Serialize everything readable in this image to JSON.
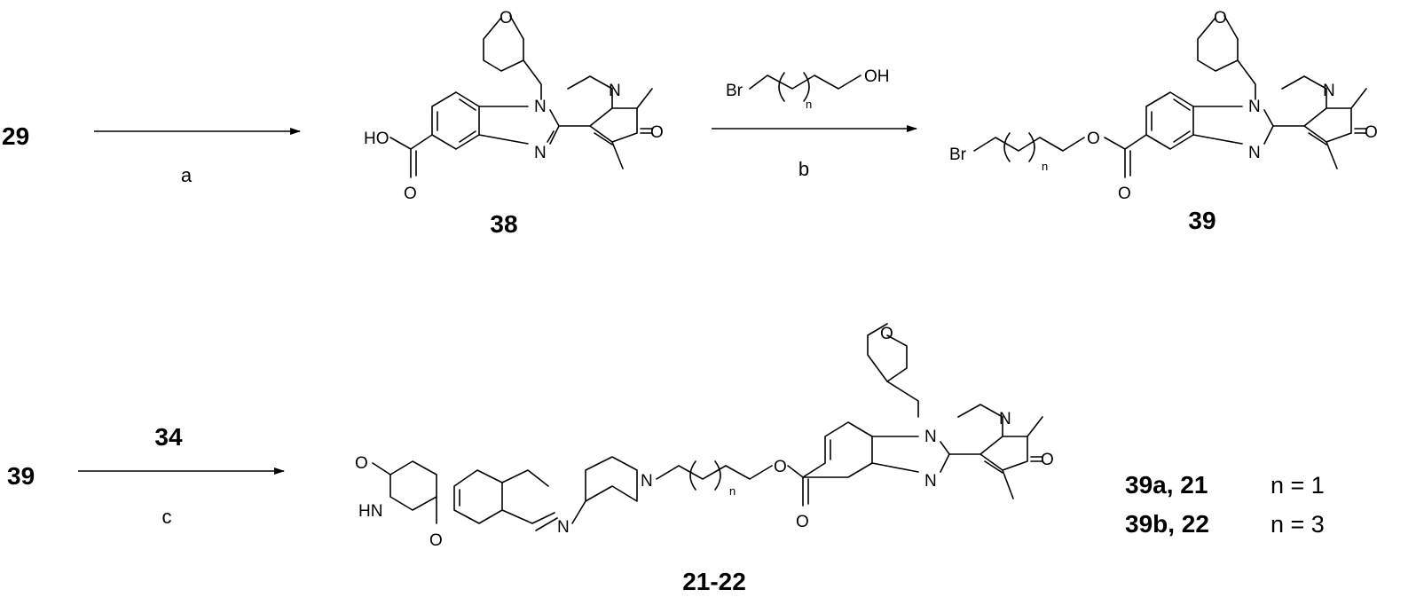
{
  "scheme": {
    "start_compound": "29",
    "step_a": {
      "label": "a"
    },
    "compound_38": "38",
    "step_b": {
      "label": "b",
      "reagent_br": "Br",
      "reagent_oh": "OH",
      "reagent_n": "n"
    },
    "compound_39": "39",
    "row2_start": "39",
    "step_c": {
      "reagent": "34",
      "label": "c"
    },
    "product": "21-22",
    "legend": [
      {
        "compounds": "39a, 21",
        "n": "n = 1"
      },
      {
        "compounds": "39b, 22",
        "n": "n = 3"
      }
    ]
  },
  "atoms": {
    "O": "O",
    "N": "N",
    "HO": "HO",
    "HN": "HN",
    "Br": "Br",
    "n": "n"
  }
}
